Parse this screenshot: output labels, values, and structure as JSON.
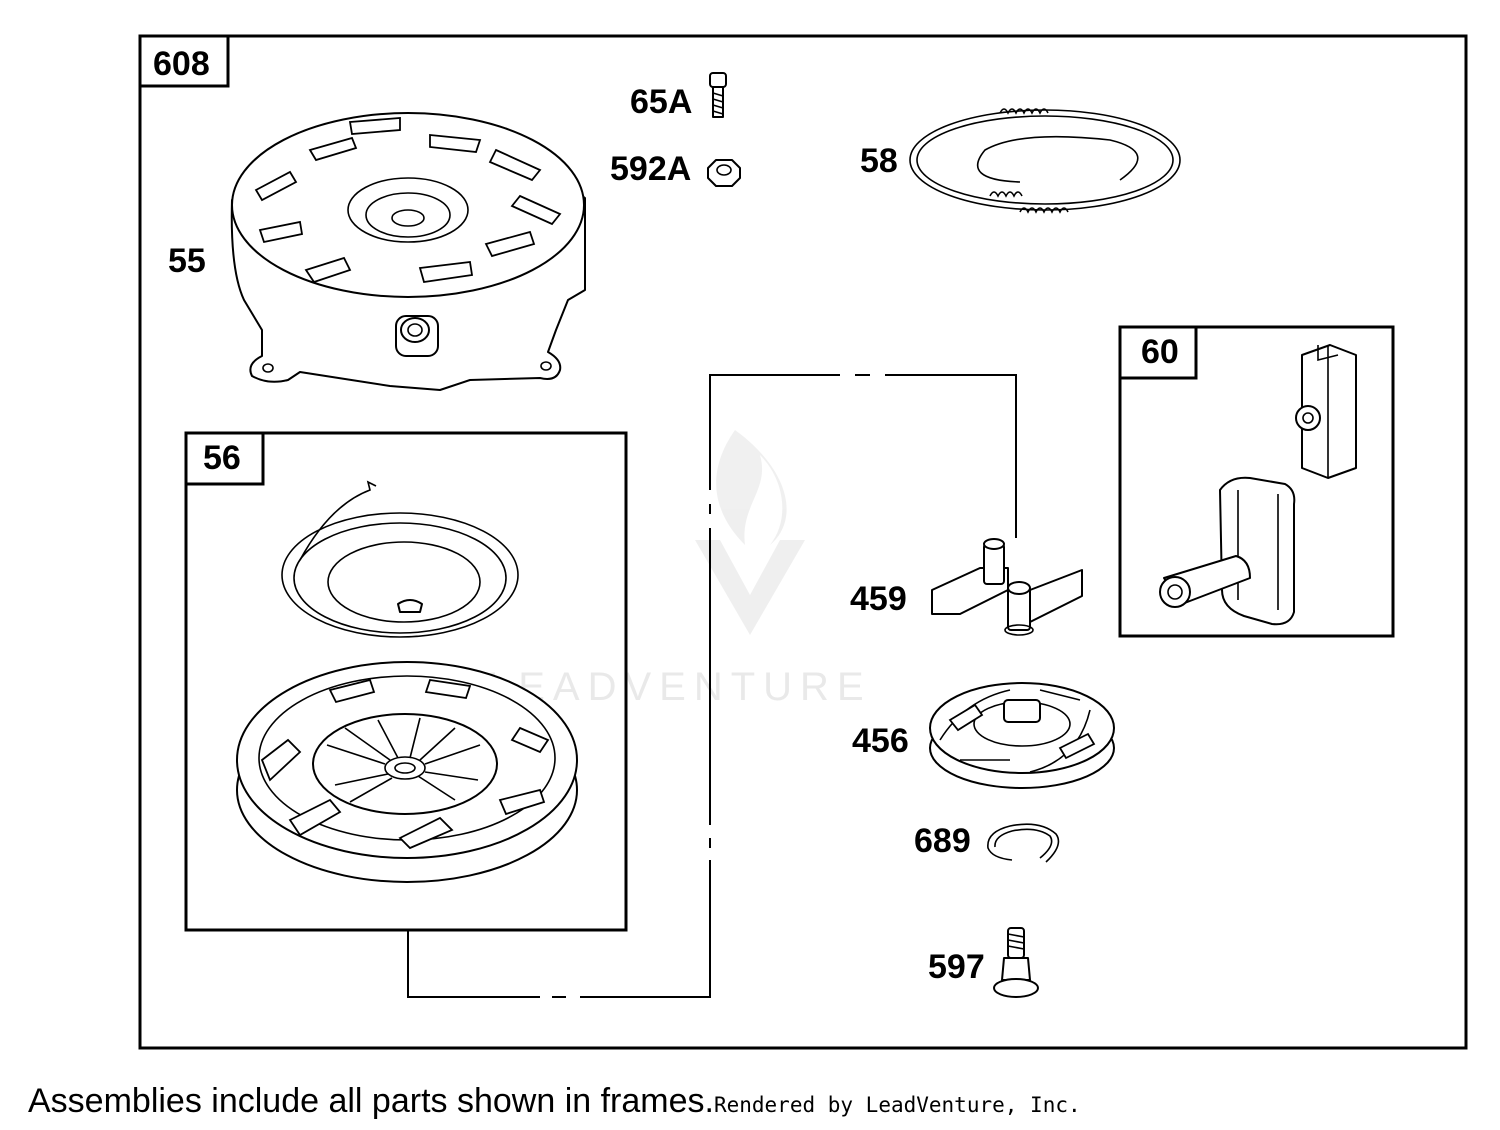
{
  "diagram": {
    "assembly_number": "608",
    "subassemblies": [
      {
        "number": "56"
      },
      {
        "number": "60"
      }
    ],
    "callouts": {
      "p55": "55",
      "p65a": "65A",
      "p592a": "592A",
      "p58": "58",
      "p459": "459",
      "p456": "456",
      "p689": "689",
      "p597": "597"
    },
    "watermark": "LEADVENTURE"
  },
  "footer": {
    "note": "Assemblies include all parts shown in frames.",
    "credit": "Rendered by LeadVenture, Inc."
  }
}
